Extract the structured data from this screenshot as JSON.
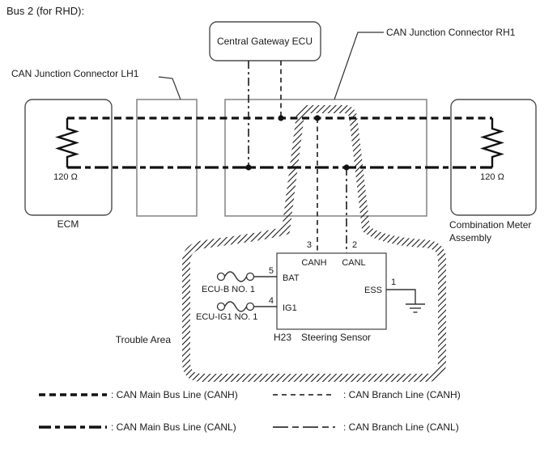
{
  "title": "Bus 2 (for RHD):",
  "labels": {
    "junction_lh1": "CAN Junction Connector LH1",
    "junction_rh1": "CAN Junction Connector RH1",
    "central_gateway": "Central Gateway ECU",
    "ecm": "ECM",
    "ecm_resistor": "120 Ω",
    "cma_line1": "Combination Meter",
    "cma_line2": "Assembly",
    "cma_resistor": "120 Ω",
    "trouble_area": "Trouble Area"
  },
  "sensor": {
    "connector_code": "H23",
    "name": "Steering Sensor",
    "pins": {
      "canh": {
        "number": "3",
        "label": "CANH"
      },
      "canl": {
        "number": "2",
        "label": "CANL"
      },
      "bat": {
        "number": "5",
        "label": "BAT",
        "fuse": "ECU-B NO. 1"
      },
      "ig1": {
        "number": "4",
        "label": "IG1",
        "fuse": "ECU-IG1 NO. 1"
      },
      "ess": {
        "number": "1",
        "label": "ESS"
      }
    }
  },
  "legend": {
    "main_canh": ": CAN Main Bus Line (CANH)",
    "main_canl": ": CAN Main Bus Line (CANL)",
    "branch_canh": ": CAN Branch Line (CANH)",
    "branch_canl": ": CAN Branch Line (CANL)"
  },
  "colors": {
    "line": "#111111",
    "rounded_box_outline": "#4d4d4d",
    "junction_box_outline": "#8a8a8a",
    "background": "#ffffff"
  }
}
